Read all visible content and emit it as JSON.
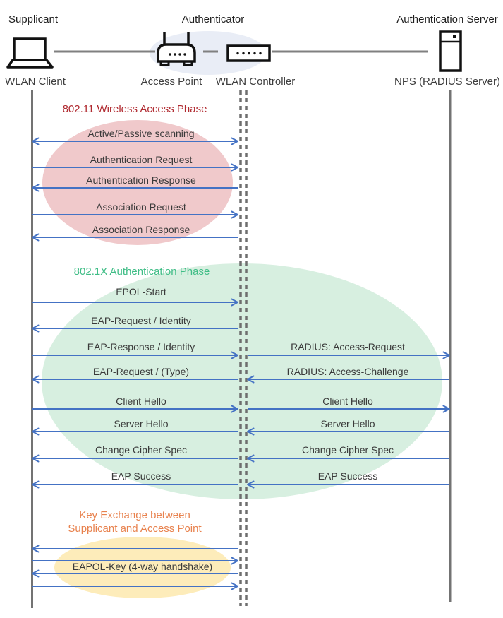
{
  "title_row": {
    "supplicant": "Supplicant",
    "authenticator": "Authenticator",
    "auth_server": "Authentication Server"
  },
  "device_row": {
    "wlan_client": "WLAN Client",
    "access_point": "Access Point",
    "wlan_controller": "WLAN Controller",
    "nps": "NPS (RADIUS Server)"
  },
  "icons": {
    "wlan_client": "laptop-icon",
    "access_point": "wireless-router-icon",
    "wlan_controller": "controller-box-icon",
    "nps": "server-tower-icon"
  },
  "phases": {
    "p1": {
      "title": "802.11 Wireless Access Phase",
      "title_color": "#b02a30",
      "fill": "#f0c9cb"
    },
    "p2": {
      "title": "802.1X Authentication Phase",
      "title_color": "#3fbd86",
      "fill": "#d7efe0"
    },
    "p3": {
      "title_line1": "Key Exchange between",
      "title_line2": "Supplicant and Access Point",
      "title_color": "#e8824e",
      "fill": "#fdecba"
    }
  },
  "messages": [
    {
      "label": "Active/Passive scanning",
      "from": "wlan-client",
      "to": "wlan-controller",
      "direction": "both"
    },
    {
      "label": "Authentication Request",
      "from": "wlan-client",
      "to": "wlan-controller",
      "direction": "right"
    },
    {
      "label": "Authentication Response",
      "from": "wlan-controller",
      "to": "wlan-client",
      "direction": "left"
    },
    {
      "label": "Association Request",
      "from": "wlan-client",
      "to": "wlan-controller",
      "direction": "right"
    },
    {
      "label": "Association Response",
      "from": "wlan-controller",
      "to": "wlan-client",
      "direction": "left"
    },
    {
      "label": "EPOL-Start",
      "from": "wlan-client",
      "to": "wlan-controller",
      "direction": "right"
    },
    {
      "label": "EAP-Request / Identity",
      "from": "wlan-controller",
      "to": "wlan-client",
      "direction": "left"
    },
    {
      "label": "EAP-Response / Identity",
      "from": "wlan-client",
      "to": "wlan-controller",
      "direction": "right"
    },
    {
      "label": "RADIUS: Access-Request",
      "from": "wlan-controller",
      "to": "radius-server",
      "direction": "right"
    },
    {
      "label": "EAP-Request / (Type)",
      "from": "wlan-controller",
      "to": "wlan-client",
      "direction": "left"
    },
    {
      "label": "RADIUS: Access-Challenge",
      "from": "radius-server",
      "to": "wlan-controller",
      "direction": "left"
    },
    {
      "label": "Client Hello",
      "from": "wlan-client",
      "to": "wlan-controller",
      "direction": "right"
    },
    {
      "label": "Client Hello",
      "from": "wlan-controller",
      "to": "radius-server",
      "direction": "right"
    },
    {
      "label": "Server Hello",
      "from": "wlan-controller",
      "to": "wlan-client",
      "direction": "left"
    },
    {
      "label": "Server Hello",
      "from": "radius-server",
      "to": "wlan-controller",
      "direction": "left"
    },
    {
      "label": "Change Cipher Spec",
      "from": "wlan-controller",
      "to": "wlan-client",
      "direction": "left"
    },
    {
      "label": "Change Cipher Spec",
      "from": "radius-server",
      "to": "wlan-controller",
      "direction": "left"
    },
    {
      "label": "EAP Success",
      "from": "wlan-controller",
      "to": "wlan-client",
      "direction": "left"
    },
    {
      "label": "EAP Success",
      "from": "radius-server",
      "to": "wlan-controller",
      "direction": "left"
    },
    {
      "label": "EAPOL-Key (4-way handshake)",
      "from": "wlan-client",
      "to": "access-point",
      "direction": "both",
      "arrow_count": 4
    }
  ],
  "colors": {
    "arrow": "#4472c4",
    "lifeline": "#737373",
    "connector": "#808080",
    "icon_stroke": "#111111",
    "message_text": "#3a3a3a",
    "authenticator_ellipse": "#e9edf6"
  }
}
